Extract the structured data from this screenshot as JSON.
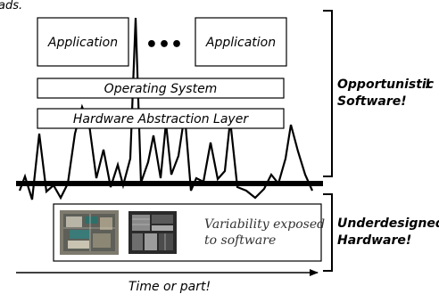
{
  "header_fragment": "ads.",
  "apps": {
    "left_label": "Application",
    "ellipsis": "•••",
    "right_label": "Application"
  },
  "layers": {
    "os": "Operating System",
    "hal": "Hardware Abstraction Layer"
  },
  "hardware": {
    "caption_line1": "Variability exposed",
    "caption_line2": "to software"
  },
  "side_labels": {
    "software_line1": "Opportunistic",
    "software_line2": "Software!",
    "hardware_line1": "Underdesigned",
    "hardware_line2": "Hardware!"
  },
  "axis": {
    "label": "Time or part!"
  }
}
